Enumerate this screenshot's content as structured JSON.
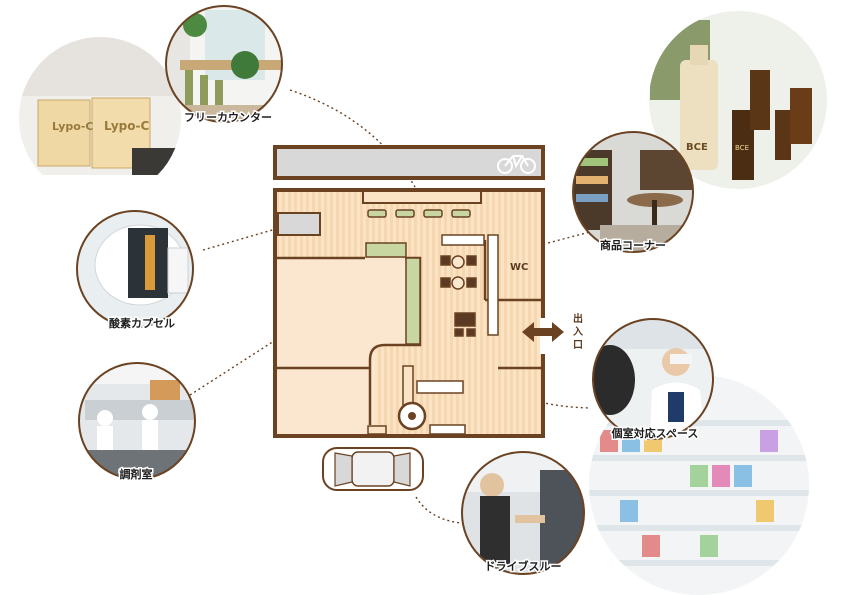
{
  "labels": {
    "free_counter": "フリーカウンター",
    "shop_corner": "商品コーナー",
    "oxygen_capsule": "酸素カプセル",
    "dispensing_room": "調剤室",
    "private_space": "個室対応スペース",
    "drive_through": "ドライブスルー",
    "wc": "WC",
    "exit": [
      "出",
      "入",
      "口"
    ]
  },
  "photo_text": {
    "lypo1": "Lypo-C",
    "lypo2": "Lypo-C",
    "bottle": "BCE",
    "bottle2": "BCE"
  },
  "colors": {
    "frame": "#6b4323",
    "floor": "#f9dfbf",
    "room": "#fbe7cf",
    "counter": "#c8d7a2",
    "accent": "#6b4323"
  }
}
